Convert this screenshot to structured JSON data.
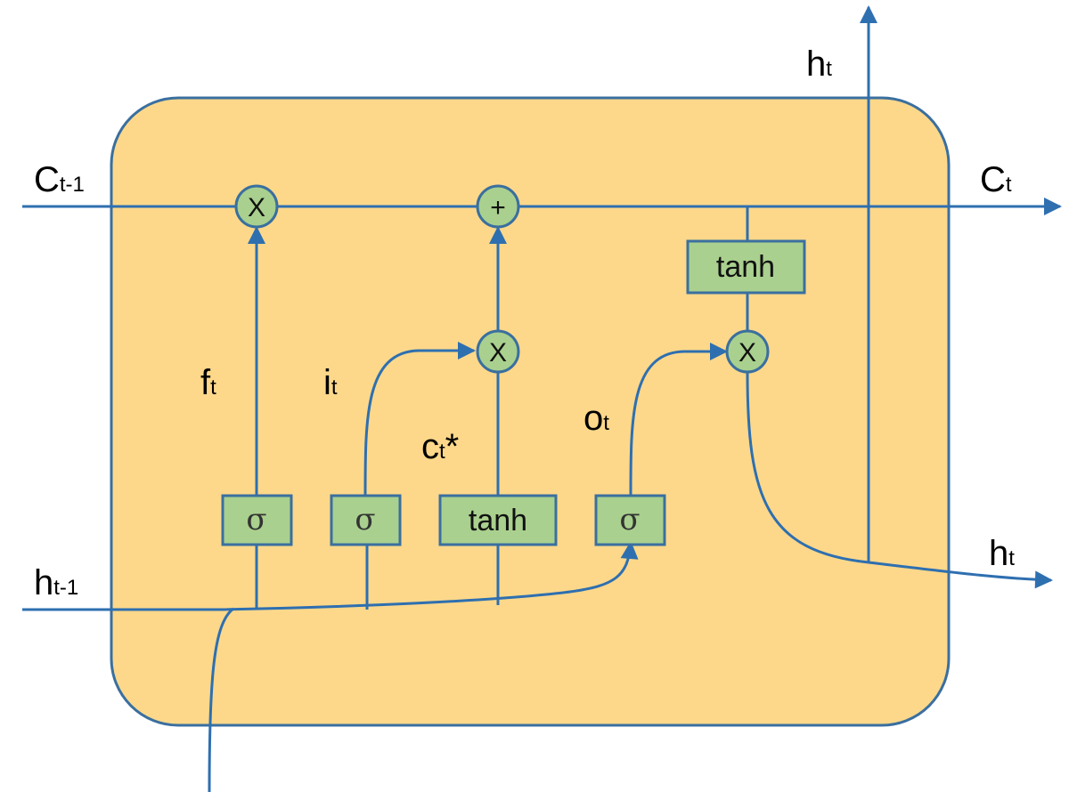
{
  "labels": {
    "c_prev": "C",
    "c_prev_sub": "t-1",
    "c_out": "C",
    "c_out_sub": "t",
    "h_prev": "h",
    "h_prev_sub": "t-1",
    "h_top": "h",
    "h_top_sub": "t",
    "h_right": "h",
    "h_right_sub": "t",
    "f": "f",
    "f_sub": "t",
    "i": "i",
    "i_sub": "t",
    "c_cand": "c",
    "c_cand_sub": "t",
    "c_cand_star": "*",
    "o": "o",
    "o_sub": "t"
  },
  "operators": {
    "forget_mult": "X",
    "add": "+",
    "input_mult": "X",
    "output_mult": "X"
  },
  "gates": {
    "forget": "σ",
    "input": "σ",
    "candidate": "tanh",
    "output": "σ",
    "cell_tanh": "tanh"
  },
  "colors": {
    "cell_fill": "#fdd88a",
    "gate_fill": "#a9d08e",
    "line": "#2e6fb0"
  }
}
